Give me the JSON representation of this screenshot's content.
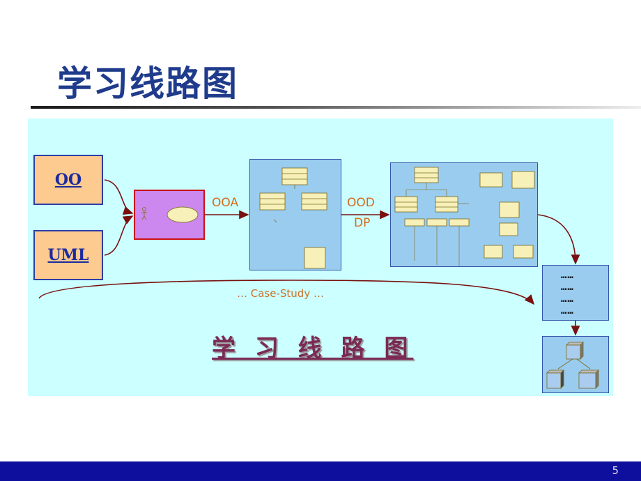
{
  "slide": {
    "title": "学习线路图",
    "page_number": "5"
  },
  "diagram": {
    "oo_label": "OO",
    "uml_label": "UML",
    "ooa_label": "OOA",
    "ood_label": "OOD",
    "dp_label": "DP",
    "case_study_label": "… Case-Study …",
    "dots_lines": [
      "……",
      "……",
      "……",
      "……"
    ],
    "big_label": "学 习 线 路 图"
  },
  "colors": {
    "title": "#1f3b8c",
    "panel": "#ccffff",
    "label_box": "#fdca8f",
    "usecase_box": "#cc88ee",
    "diagram_box": "#99ccee",
    "arrow": "#7a1010",
    "footer": "#0f0f9e"
  }
}
